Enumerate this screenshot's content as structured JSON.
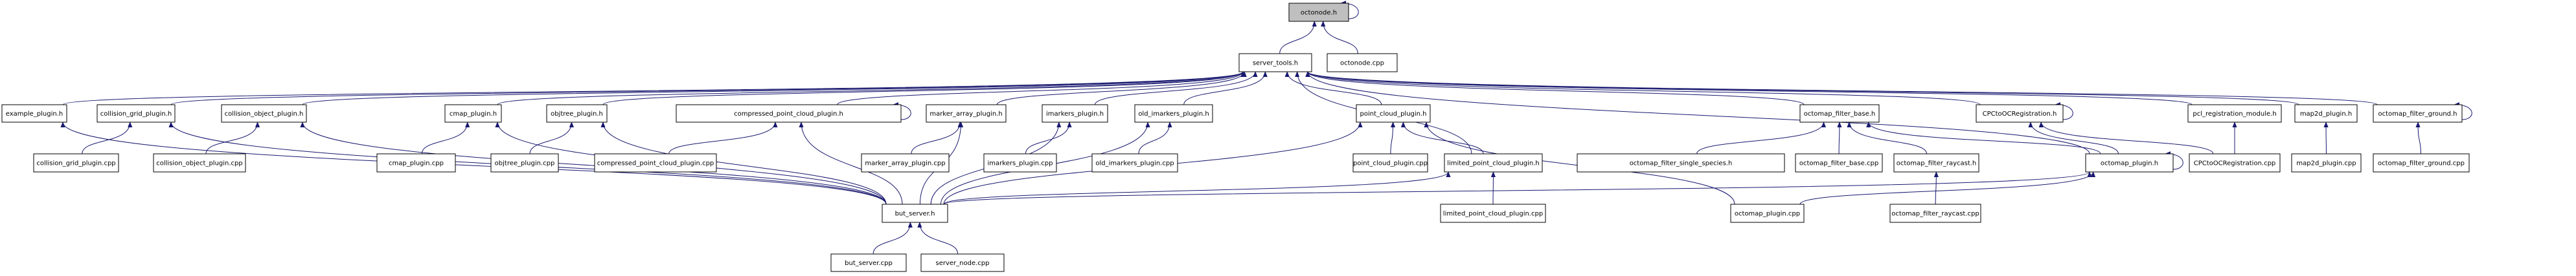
{
  "diagram": {
    "type": "include-dependency-graph",
    "focus_node": "octonode.h",
    "colors": {
      "edge": "#191970",
      "focus_fill": "#bfbfbf",
      "node_fill": "#ffffff",
      "node_border": "#000000"
    },
    "nodes": [
      {
        "id": "octonode_h",
        "label": "octonode.h",
        "focus": true
      },
      {
        "id": "octonode_cpp",
        "label": "octonode.cpp"
      },
      {
        "id": "server_tools_h",
        "label": "server_tools.h"
      },
      {
        "id": "example_plugin_h",
        "label": "example_plugin.h"
      },
      {
        "id": "collision_grid_plugin_h",
        "label": "collision_grid_plugin.h"
      },
      {
        "id": "collision_object_plugin_h",
        "label": "collision_object_plugin.h"
      },
      {
        "id": "cmap_plugin_h",
        "label": "cmap_plugin.h"
      },
      {
        "id": "objtree_plugin_h",
        "label": "objtree_plugin.h"
      },
      {
        "id": "compressed_point_cloud_plugin_h",
        "label": "compressed_point_cloud_plugin.h"
      },
      {
        "id": "marker_array_plugin_h",
        "label": "marker_array_plugin.h"
      },
      {
        "id": "imarkers_plugin_h",
        "label": "imarkers_plugin.h"
      },
      {
        "id": "old_imarkers_plugin_h",
        "label": "old_imarkers_plugin.h"
      },
      {
        "id": "point_cloud_plugin_h",
        "label": "point_cloud_plugin.h"
      },
      {
        "id": "octomap_filter_base_h",
        "label": "octomap_filter_base.h"
      },
      {
        "id": "CPCtoOCRegistration_h",
        "label": "CPCtoOCRegistration.h"
      },
      {
        "id": "pcl_registration_module_h",
        "label": "pcl_registration_module.h"
      },
      {
        "id": "map2d_plugin_h",
        "label": "map2d_plugin.h"
      },
      {
        "id": "octomap_filter_ground_h",
        "label": "octomap_filter_ground.h"
      },
      {
        "id": "collision_grid_plugin_cpp",
        "label": "collision_grid_plugin.cpp"
      },
      {
        "id": "collision_object_plugin_cpp",
        "label": "collision_object_plugin.cpp"
      },
      {
        "id": "cmap_plugin_cpp",
        "label": "cmap_plugin.cpp"
      },
      {
        "id": "objtree_plugin_cpp",
        "label": "objtree_plugin.cpp"
      },
      {
        "id": "compressed_point_cloud_plugin_cpp",
        "label": "compressed_point_cloud_plugin.cpp"
      },
      {
        "id": "marker_array_plugin_cpp",
        "label": "marker_array_plugin.cpp"
      },
      {
        "id": "imarkers_plugin_cpp",
        "label": "imarkers_plugin.cpp"
      },
      {
        "id": "old_imarkers_plugin_cpp",
        "label": "old_imarkers_plugin.cpp"
      },
      {
        "id": "point_cloud_plugin_cpp",
        "label": "point_cloud_plugin.cpp"
      },
      {
        "id": "limited_point_cloud_plugin_h",
        "label": "limited_point_cloud_plugin.h"
      },
      {
        "id": "octomap_filter_single_species_h",
        "label": "octomap_filter_single_species.h"
      },
      {
        "id": "octomap_filter_base_cpp",
        "label": "octomap_filter_base.cpp"
      },
      {
        "id": "octomap_filter_raycast_h",
        "label": "octomap_filter_raycast.h"
      },
      {
        "id": "octomap_plugin_h",
        "label": "octomap_plugin.h"
      },
      {
        "id": "CPCtoOCRegistration_cpp",
        "label": "CPCtoOCRegistration.cpp"
      },
      {
        "id": "map2d_plugin_cpp",
        "label": "map2d_plugin.cpp"
      },
      {
        "id": "octomap_filter_ground_cpp",
        "label": "octomap_filter_ground.cpp"
      },
      {
        "id": "but_server_h",
        "label": "but_server.h"
      },
      {
        "id": "limited_point_cloud_plugin_cpp",
        "label": "limited_point_cloud_plugin.cpp"
      },
      {
        "id": "octomap_plugin_cpp",
        "label": "octomap_plugin.cpp"
      },
      {
        "id": "octomap_filter_raycast_cpp",
        "label": "octomap_filter_raycast.cpp"
      },
      {
        "id": "but_server_cpp",
        "label": "but_server.cpp"
      },
      {
        "id": "server_node_cpp",
        "label": "server_node.cpp"
      }
    ],
    "edges": [
      {
        "from": "octonode_h",
        "to": "octonode_h"
      },
      {
        "from": "server_tools_h",
        "to": "octonode_h"
      },
      {
        "from": "octonode_cpp",
        "to": "octonode_h"
      },
      {
        "from": "example_plugin_h",
        "to": "server_tools_h"
      },
      {
        "from": "collision_grid_plugin_h",
        "to": "server_tools_h"
      },
      {
        "from": "collision_object_plugin_h",
        "to": "server_tools_h"
      },
      {
        "from": "cmap_plugin_h",
        "to": "server_tools_h"
      },
      {
        "from": "objtree_plugin_h",
        "to": "server_tools_h"
      },
      {
        "from": "compressed_point_cloud_plugin_h",
        "to": "server_tools_h"
      },
      {
        "from": "compressed_point_cloud_plugin_h",
        "to": "compressed_point_cloud_plugin_h"
      },
      {
        "from": "marker_array_plugin_h",
        "to": "server_tools_h"
      },
      {
        "from": "imarkers_plugin_h",
        "to": "server_tools_h"
      },
      {
        "from": "old_imarkers_plugin_h",
        "to": "server_tools_h"
      },
      {
        "from": "point_cloud_plugin_h",
        "to": "server_tools_h"
      },
      {
        "from": "limited_point_cloud_plugin_h",
        "to": "server_tools_h"
      },
      {
        "from": "octomap_filter_base_h",
        "to": "server_tools_h"
      },
      {
        "from": "octomap_plugin_h",
        "to": "server_tools_h"
      },
      {
        "from": "CPCtoOCRegistration_h",
        "to": "server_tools_h"
      },
      {
        "from": "CPCtoOCRegistration_h",
        "to": "CPCtoOCRegistration_h"
      },
      {
        "from": "pcl_registration_module_h",
        "to": "server_tools_h"
      },
      {
        "from": "map2d_plugin_h",
        "to": "server_tools_h"
      },
      {
        "from": "octomap_filter_ground_h",
        "to": "server_tools_h"
      },
      {
        "from": "octomap_filter_ground_h",
        "to": "octomap_filter_ground_h"
      },
      {
        "from": "collision_grid_plugin_cpp",
        "to": "collision_grid_plugin_h"
      },
      {
        "from": "collision_object_plugin_cpp",
        "to": "collision_object_plugin_h"
      },
      {
        "from": "cmap_plugin_cpp",
        "to": "cmap_plugin_h"
      },
      {
        "from": "objtree_plugin_cpp",
        "to": "objtree_plugin_h"
      },
      {
        "from": "compressed_point_cloud_plugin_cpp",
        "to": "compressed_point_cloud_plugin_h"
      },
      {
        "from": "marker_array_plugin_cpp",
        "to": "marker_array_plugin_h"
      },
      {
        "from": "imarkers_plugin_cpp",
        "to": "imarkers_plugin_h"
      },
      {
        "from": "old_imarkers_plugin_cpp",
        "to": "old_imarkers_plugin_h"
      },
      {
        "from": "point_cloud_plugin_cpp",
        "to": "point_cloud_plugin_h"
      },
      {
        "from": "limited_point_cloud_plugin_h",
        "to": "point_cloud_plugin_h"
      },
      {
        "from": "octomap_plugin_cpp",
        "to": "point_cloud_plugin_h"
      },
      {
        "from": "limited_point_cloud_plugin_cpp",
        "to": "limited_point_cloud_plugin_h"
      },
      {
        "from": "octomap_filter_single_species_h",
        "to": "octomap_filter_base_h"
      },
      {
        "from": "octomap_filter_base_cpp",
        "to": "octomap_filter_base_h"
      },
      {
        "from": "octomap_filter_raycast_h",
        "to": "octomap_filter_base_h"
      },
      {
        "from": "octomap_plugin_h",
        "to": "octomap_filter_base_h"
      },
      {
        "from": "octomap_filter_raycast_cpp",
        "to": "octomap_filter_raycast_h"
      },
      {
        "from": "octomap_plugin_h",
        "to": "CPCtoOCRegistration_h"
      },
      {
        "from": "CPCtoOCRegistration_cpp",
        "to": "CPCtoOCRegistration_h"
      },
      {
        "from": "CPCtoOCRegistration_cpp",
        "to": "pcl_registration_module_h"
      },
      {
        "from": "octomap_plugin_h",
        "to": "octomap_plugin_h"
      },
      {
        "from": "octomap_plugin_cpp",
        "to": "octomap_plugin_h"
      },
      {
        "from": "but_server_h",
        "to": "octomap_plugin_h"
      },
      {
        "from": "map2d_plugin_cpp",
        "to": "map2d_plugin_h"
      },
      {
        "from": "octomap_filter_ground_cpp",
        "to": "octomap_filter_ground_h"
      },
      {
        "from": "but_server_h",
        "to": "example_plugin_h"
      },
      {
        "from": "but_server_h",
        "to": "collision_grid_plugin_h"
      },
      {
        "from": "but_server_h",
        "to": "collision_object_plugin_h"
      },
      {
        "from": "but_server_h",
        "to": "cmap_plugin_h"
      },
      {
        "from": "but_server_h",
        "to": "objtree_plugin_h"
      },
      {
        "from": "but_server_h",
        "to": "compressed_point_cloud_plugin_h"
      },
      {
        "from": "but_server_h",
        "to": "marker_array_plugin_h"
      },
      {
        "from": "but_server_h",
        "to": "imarkers_plugin_h"
      },
      {
        "from": "but_server_h",
        "to": "old_imarkers_plugin_h"
      },
      {
        "from": "but_server_h",
        "to": "point_cloud_plugin_h"
      },
      {
        "from": "but_server_h",
        "to": "limited_point_cloud_plugin_h"
      },
      {
        "from": "but_server_cpp",
        "to": "but_server_h"
      },
      {
        "from": "server_node_cpp",
        "to": "but_server_h"
      }
    ]
  }
}
